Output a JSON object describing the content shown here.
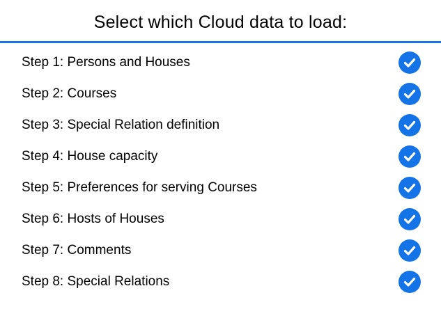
{
  "header": {
    "title": "Select which Cloud data to load:"
  },
  "colors": {
    "accent": "#1473e6",
    "divider": "#1a73e8",
    "text": "#000000",
    "background": "#ffffff"
  },
  "steps": [
    {
      "label": "Step 1: Persons and Houses",
      "checked": true,
      "icon": "checkmark-circle-icon"
    },
    {
      "label": "Step 2: Courses",
      "checked": true,
      "icon": "checkmark-circle-icon"
    },
    {
      "label": "Step 3: Special Relation definition",
      "checked": true,
      "icon": "checkmark-circle-icon"
    },
    {
      "label": "Step 4: House capacity",
      "checked": true,
      "icon": "checkmark-circle-icon"
    },
    {
      "label": "Step 5: Preferences for serving Courses",
      "checked": true,
      "icon": "checkmark-circle-icon"
    },
    {
      "label": "Step 6: Hosts of Houses",
      "checked": true,
      "icon": "checkmark-circle-icon"
    },
    {
      "label": "Step 7: Comments",
      "checked": true,
      "icon": "checkmark-circle-icon"
    },
    {
      "label": "Step 8: Special Relations",
      "checked": true,
      "icon": "checkmark-circle-icon"
    }
  ]
}
